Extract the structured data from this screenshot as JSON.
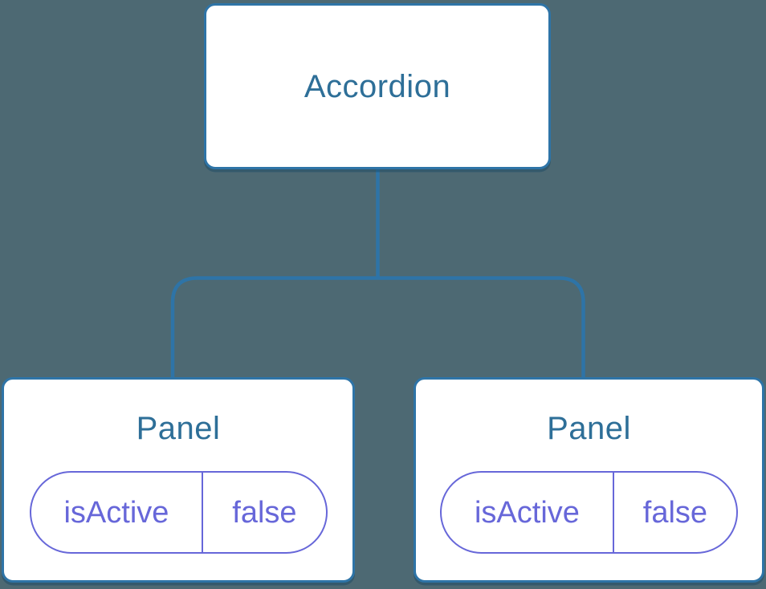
{
  "meta": {
    "description": "React component tree diagram: Accordion parent with two Panel children each holding isActive state"
  },
  "colors": {
    "background": "#4D6973",
    "connector_blue": "#2E74A7",
    "card_border_blue": "#2E74A7",
    "card_background": "#FFFFFF",
    "node_label_blue": "#2E6F98",
    "state_purple": "#6767D9"
  },
  "diagram": {
    "root": {
      "label": "Accordion"
    },
    "children": [
      {
        "label": "Panel",
        "state": {
          "key": "isActive",
          "value": "false"
        }
      },
      {
        "label": "Panel",
        "state": {
          "key": "isActive",
          "value": "false"
        }
      }
    ]
  }
}
